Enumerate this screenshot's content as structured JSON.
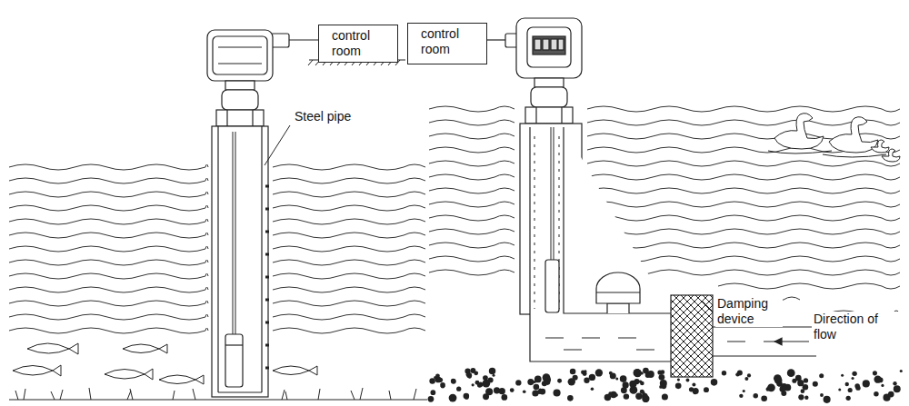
{
  "diagram": {
    "nodes": [
      {
        "text": [
          "control room"
        ]
      },
      {
        "text": [
          "control room"
        ]
      }
    ],
    "labels": [
      "Steel pipe",
      "Damping device",
      "Direction of flow"
    ]
  }
}
